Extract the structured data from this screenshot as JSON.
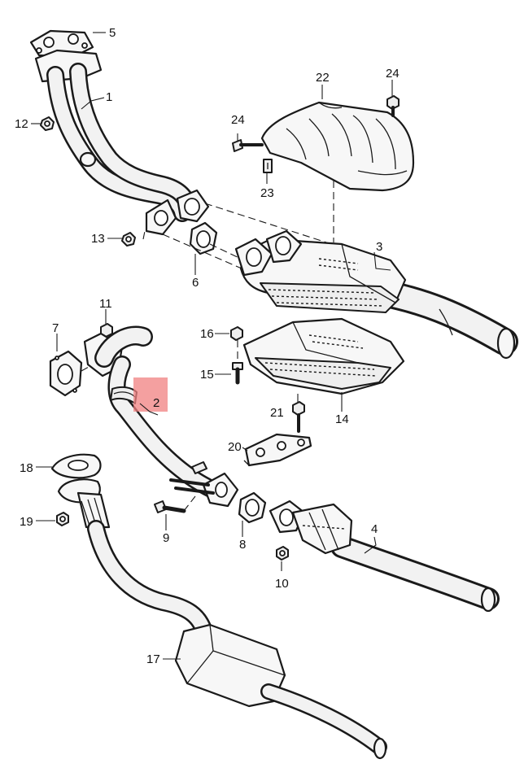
{
  "highlight_color": "#f08080",
  "callouts": {
    "c1": "1",
    "c2": "2",
    "c3": "3",
    "c4": "4",
    "c5": "5",
    "c6": "6",
    "c7": "7",
    "c8": "8",
    "c9": "9",
    "c10": "10",
    "c11": "11",
    "c12": "12",
    "c13": "13",
    "c14": "14",
    "c15": "15",
    "c16": "16",
    "c17": "17",
    "c18": "18",
    "c19": "19",
    "c20": "20",
    "c21": "21",
    "c22": "22",
    "c23": "23",
    "c24a": "24",
    "c24b": "24"
  }
}
